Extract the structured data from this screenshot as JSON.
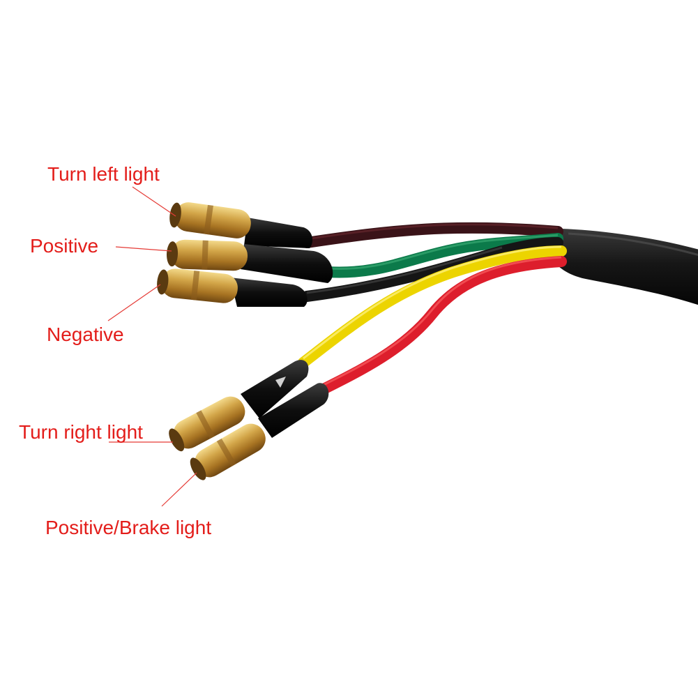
{
  "colors": {
    "label_text": "#e31d1a",
    "leader_line": "#e53b36",
    "sheath": "#141414",
    "wire_brown": "#3a1318",
    "wire_green": "#0b7a4a",
    "wire_black": "#151515",
    "wire_yellow": "#ecd400",
    "wire_red": "#dd1e2c",
    "connector_brass": "#c99a3c",
    "heat_shrink": "#0d0d0d"
  },
  "labels": {
    "turn_left_light": "Turn left light",
    "positive": "Positive",
    "negative": "Negative",
    "turn_right_light": "Turn right light",
    "positive_brake_light": "Positive/Brake light"
  }
}
